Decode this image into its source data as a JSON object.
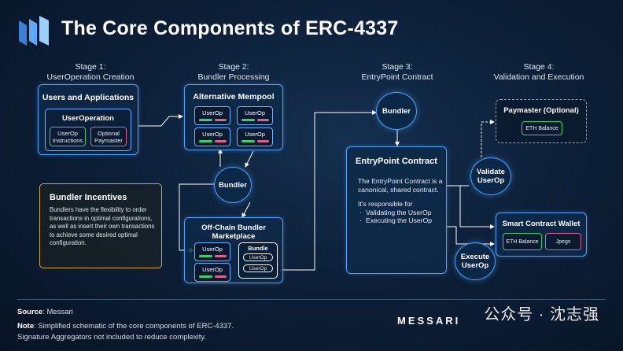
{
  "title": "The Core Components of ERC-4337",
  "stages": [
    {
      "line1": "Stage 1:",
      "line2": "UserOperation Creation"
    },
    {
      "line1": "Stage 2:",
      "line2": "Bundler Processing"
    },
    {
      "line1": "Stage 3:",
      "line2": "EntryPoint Contract"
    },
    {
      "line1": "Stage 4:",
      "line2": "Validation and Execution"
    }
  ],
  "users_box": {
    "title": "Users and Applications",
    "inner_title": "UserOperation",
    "chip_left": {
      "line1": "UserOp",
      "line2": "Instructions"
    },
    "chip_right": {
      "line1": "Optional",
      "line2": "Paymaster"
    }
  },
  "mempool": {
    "title": "Alternative Mempool",
    "userop_label": "UserOp"
  },
  "bundler_mid": "Bundler",
  "marketplace": {
    "title_line1": "Off-Chain Bundler",
    "title_line2": "Marketplace",
    "userop_label": "UserOp",
    "bundle_label": "Bundle",
    "bundle_item": "UserOp"
  },
  "incentives": {
    "title": "Bundler Incentives",
    "body": "Bundlers have the flexibility to order transactions in optimal configurations, as well as insert their own transactions to achieve some desired optimal configuration."
  },
  "bundler_top": "Bundler",
  "entrypoint": {
    "title": "EntryPoint Contract",
    "para1": "The EntryPoint Contract is a canonical, shared contract.",
    "para2": "It's responsible for",
    "items": [
      "Validating the UserOp",
      "Executing the UserOp"
    ]
  },
  "paymaster": {
    "title": "Paymaster (Optional)",
    "chip": "ETH Balance"
  },
  "validate": {
    "line1": "Validate",
    "line2": "UserOp"
  },
  "execute": {
    "line1": "Execute",
    "line2": "UserOp"
  },
  "wallet": {
    "title": "Smart Contract Wallet",
    "chip1": "ETH Balance",
    "chip2": "Jpegs"
  },
  "footer": {
    "source_label": "Source",
    "source_value": ": Messari",
    "note_label": "Note",
    "note_line1": ": Simplified schematic of the core components of ERC-4337.",
    "note_line2": "Signature Aggregators not included to reduce complexity."
  },
  "brand": "MESSARI",
  "watermark": "公众号 · 沈志强",
  "colors": {
    "accent": "#4aa3ff",
    "green": "#3ecf6c",
    "pink": "#e0608a",
    "gold": "#d4a93a"
  }
}
